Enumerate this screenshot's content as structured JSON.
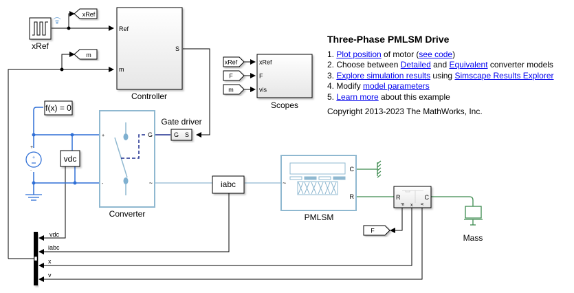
{
  "annotation": {
    "title": "Three-Phase PMLSM Drive",
    "items": [
      {
        "num": "1. ",
        "parts": [
          {
            "link": "Plot position"
          },
          {
            "text": " of motor ("
          },
          {
            "link": "see code"
          },
          {
            "text": ")"
          }
        ]
      },
      {
        "num": "2. ",
        "parts": [
          {
            "text": "Choose between "
          },
          {
            "link": "Detailed"
          },
          {
            "text": " and "
          },
          {
            "link": "Equivalent"
          },
          {
            "text": " converter models"
          }
        ]
      },
      {
        "num": "3. ",
        "parts": [
          {
            "link": "Explore simulation results"
          },
          {
            "text": " using "
          },
          {
            "link": "Simscape Results Explorer"
          }
        ]
      },
      {
        "num": "4. ",
        "parts": [
          {
            "text": "Modify "
          },
          {
            "link": "model parameters"
          }
        ]
      },
      {
        "num": "5. ",
        "parts": [
          {
            "link": "Learn more"
          },
          {
            "text": " about this example"
          }
        ]
      }
    ],
    "copyright": "Copyright 2013-2023 The MathWorks, Inc."
  },
  "blocks": {
    "xref_source": {
      "label": "xRef"
    },
    "goto_xref": {
      "tag": "xRef"
    },
    "goto_m": {
      "tag": "m"
    },
    "controller": {
      "label": "Controller",
      "ports_in": [
        "Ref",
        "m"
      ],
      "ports_out": [
        "S"
      ]
    },
    "scopes": {
      "label": "Scopes",
      "ports_in": [
        "xRef",
        "F",
        "vis"
      ]
    },
    "from_xref": {
      "tag": "xRef"
    },
    "from_f": {
      "tag": "F"
    },
    "from_m": {
      "tag": "m"
    },
    "solver": {
      "label": "f(x) = 0"
    },
    "vdc_sensor": {
      "label": "vdc"
    },
    "converter": {
      "label": "Converter",
      "ports": [
        "+",
        "-",
        "G",
        "~"
      ]
    },
    "gate_driver": {
      "label": "Gate driver",
      "ports": [
        "G",
        "S"
      ]
    },
    "iabc_sensor": {
      "label": "iabc"
    },
    "pmlsm": {
      "label": "PMLSM",
      "ports": [
        "~",
        "C",
        "R"
      ]
    },
    "motion_sensor": {
      "ports": [
        "R",
        "C",
        "F",
        "x",
        "v"
      ]
    },
    "goto_f": {
      "tag": "F"
    },
    "mass": {
      "label": "Mass"
    },
    "bus": {
      "signals": [
        "vdc",
        "iabc",
        "x",
        "v"
      ]
    }
  },
  "colors": {
    "signal": "#000000",
    "electrical": "#2f6fd6",
    "converter": "#8fb8d0",
    "mechanical": "#3c8a4e",
    "gate": "#1f2f8f",
    "link": "#0000ee"
  }
}
